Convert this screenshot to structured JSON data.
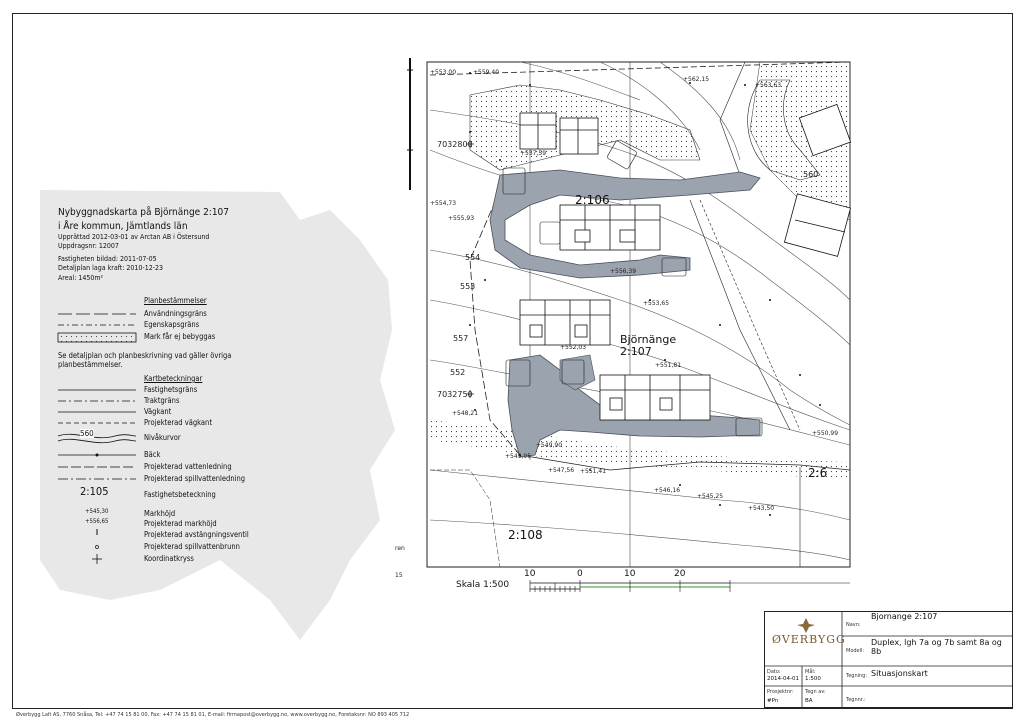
{
  "legend": {
    "title1": "Nybyggnadskarta på Björnänge 2:107",
    "title2": "i Åre kommun, Jämtlands län",
    "info": [
      "Upprättad 2012-03-01 av Arctan AB i Östersund",
      "Uppdragsnr: 12007",
      "Fastigheten bildad: 2011-07-05",
      "Detaljplan laga kraft: 2010-12-23",
      "Areal: 1450m²"
    ],
    "plan_header": "Planbestämmelser",
    "plan_items": [
      "Användningsgräns",
      "Egenskapsgräns",
      "Mark får ej bebyggas"
    ],
    "note": "Se detaljplan och planbeskrivning vad gäller övriga planbestämmelser.",
    "map_header": "Kartbeteckningar",
    "map_items": [
      "Fastighetsgräns",
      "Traktgräns",
      "Vägkant",
      "Projekterad vägkant",
      "Nivåkurvor",
      "Bäck",
      "Projekterad vattenledning",
      "Projekterad spillvattenledning",
      "Fastighetsbeteckning",
      "Markhöjd",
      "Projekterad markhöjd",
      "Projekterad avstängningsventil",
      "Projekterad spillvattenbrunn",
      "Koordinatkryss"
    ],
    "contour_sample": "560",
    "parcel_sample": "2:105",
    "height_sample": "+545,30",
    "proj_height_sample": "+556,65"
  },
  "map": {
    "parcel_main": "Björnänge",
    "parcel_main_num": "2:107",
    "parcel_106": "2:106",
    "parcel_108": "2:108",
    "parcel_6": "2:6",
    "coord_top": "7032800",
    "coord_bottom": "7032750",
    "side_text_left1": "ren",
    "side_text_left2": "15",
    "heights": [
      "+553,00",
      "+559,40",
      "+562,15",
      "+563,63",
      "+557,59",
      "+555,93",
      "+556,39",
      "+554,73",
      "+549,90",
      "+548,21",
      "+549,95",
      "+547,56",
      "+546,16",
      "+545,25",
      "+543,50",
      "+553,65",
      "+552,03",
      "+550,99",
      "+551,81",
      "+551,41"
    ],
    "contours": [
      "553",
      "554",
      "557",
      "552",
      "560"
    ]
  },
  "scale": {
    "label": "Skala 1:500",
    "ticks": [
      "10",
      "0",
      "10",
      "20"
    ]
  },
  "title_block": {
    "company": "ØVERBYGG",
    "name_key": "Navn:",
    "name_val": "Bjornange 2:107",
    "model_key": "Modell:",
    "model_val": "Duplex, lgh 7a og 7b samt 8a og 8b",
    "date_key": "Dato:",
    "date_val": "2014-04-01",
    "scale_key": "Mål:",
    "scale_val": "1:500",
    "drawing_key": "Tegning:",
    "drawing_val": "Situasjonskart",
    "project_key": "Prosjektnr:",
    "project_val": "#Pn",
    "drawn_key": "Tegn av:",
    "drawn_val": "BA",
    "drawno_key": "Tegnnr.:"
  },
  "footer": "Øverbygg Lalt AS, 7760 Snåsa, Tel: +47 74 15 81 00, Fax: +47 74 15 81 01, E-mail: firmapost@overbygg.no, www.overbygg.no, Foretaksnr: NO 893 405 712",
  "colors": {
    "road": "#9aa3ae",
    "road_edge": "#4a5059",
    "contour": "#555555",
    "scale_green": "#2e9a2e"
  }
}
